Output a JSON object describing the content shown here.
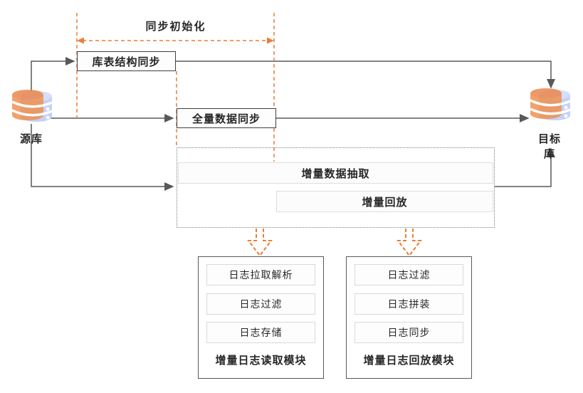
{
  "diagram": {
    "title_area": {
      "sync_init_label": "同步初始化"
    },
    "source_db": {
      "label": "源库",
      "icon": "database-icon"
    },
    "target_db": {
      "label": "目标库",
      "icon": "database-icon"
    },
    "steps": {
      "schema_sync": "库表结构同步",
      "full_sync": "全量数据同步",
      "incremental_extract": "增量数据抽取",
      "incremental_replay": "增量回放"
    },
    "modules": [
      {
        "title": "增量日志读取模块",
        "items": [
          "日志拉取解析",
          "日志过滤",
          "日志存储"
        ]
      },
      {
        "title": "增量日志回放模块",
        "items": [
          "日志过滤",
          "日志拼装",
          "日志同步"
        ]
      }
    ],
    "colors": {
      "accent_orange": "#EC7D33",
      "connector_gray": "#595959",
      "box_border_dark": "#404040",
      "dotted_border": "#7d7d7d",
      "db_lavender": "#c9d4f8",
      "db_orange": "#ef9150",
      "text": "#262626"
    }
  }
}
